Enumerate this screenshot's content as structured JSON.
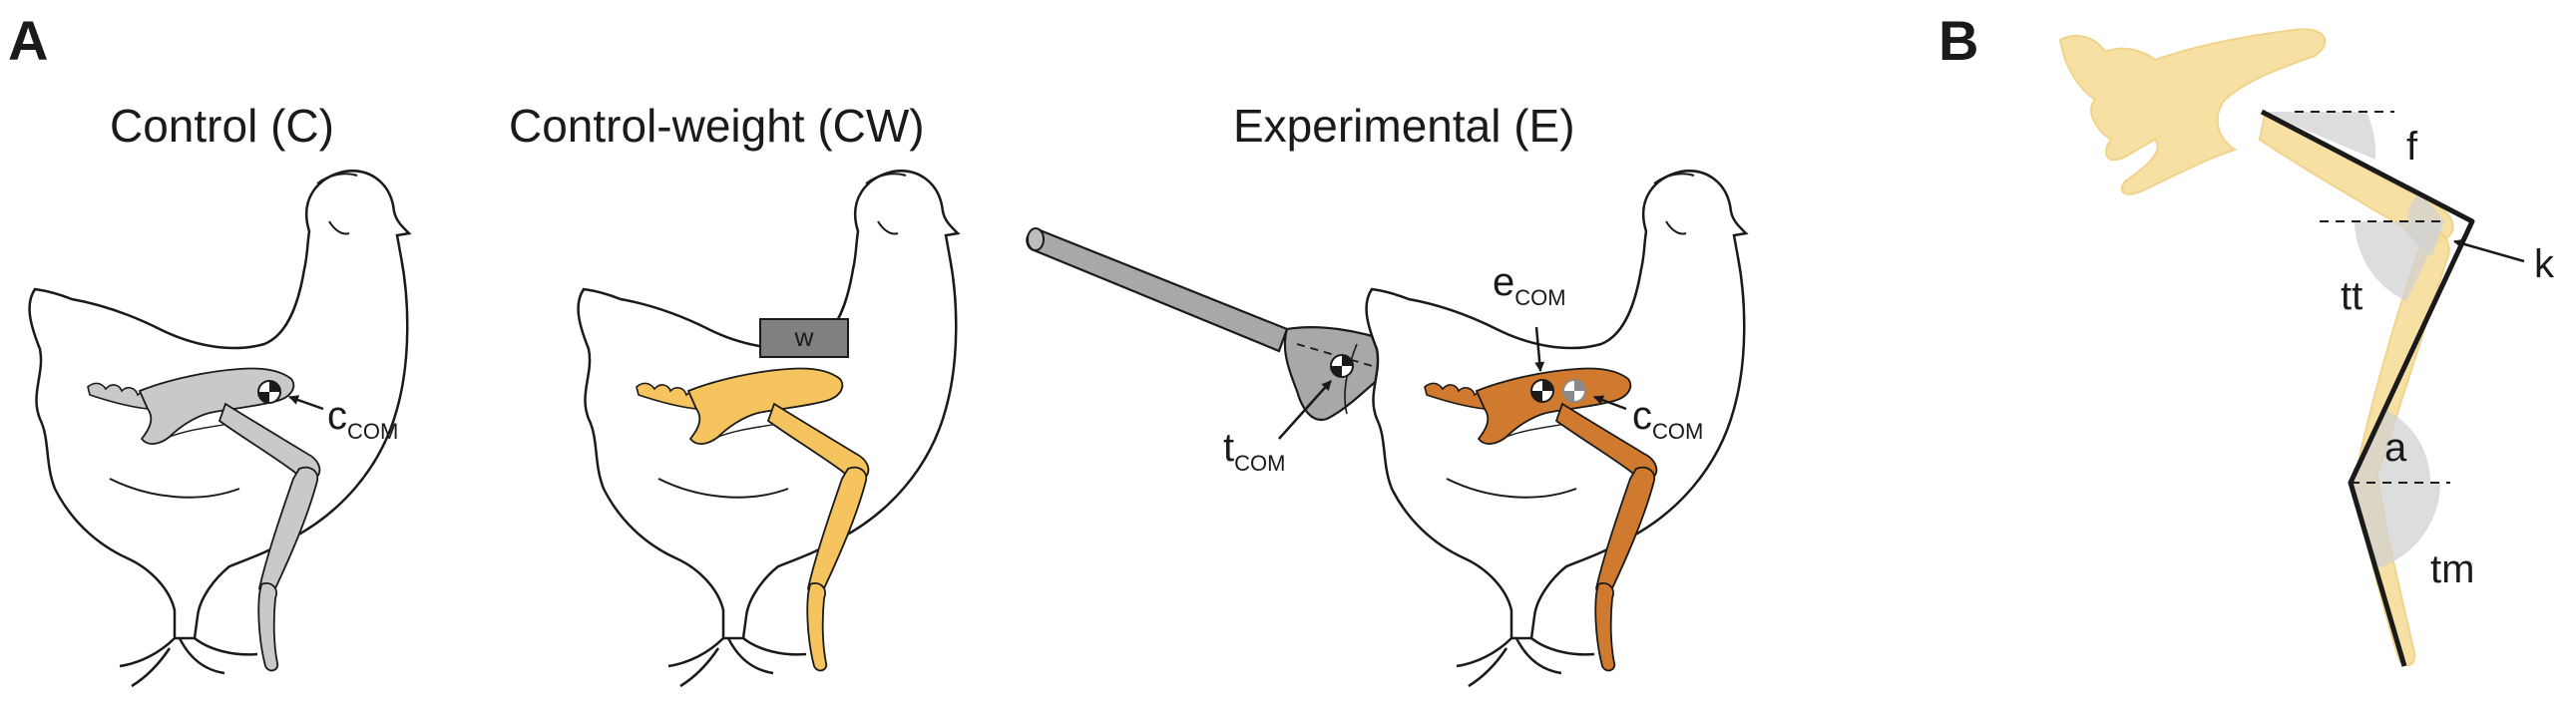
{
  "panel_a": {
    "letter": "A",
    "titles": {
      "control": "Control (C)",
      "control_weight": "Control-weight (CW)",
      "experimental": "Experimental (E)"
    },
    "weight_label": "w",
    "labels": {
      "c_base": "c",
      "com_sub": "COM",
      "t_base": "t",
      "e_base": "e"
    }
  },
  "panel_b": {
    "letter": "B",
    "angles": {
      "f": "f",
      "k": "k",
      "tt": "tt",
      "a": "a",
      "tm": "tm"
    }
  },
  "colors": {
    "control_bone": "#c9c9c9",
    "control_weight_bone": "#f6c45e",
    "experimental_bone": "#cf7a2e",
    "pelvis_faded": "#f7dd9a",
    "tail_device": "#a8a8a8",
    "weight_box": "#808080",
    "outline": "#1a1a1a",
    "angle_wedge": "#d2d2d2"
  },
  "icons": [
    "chicken-silhouette",
    "leg-skeleton",
    "com-marker",
    "arrow",
    "artificial-tail"
  ]
}
